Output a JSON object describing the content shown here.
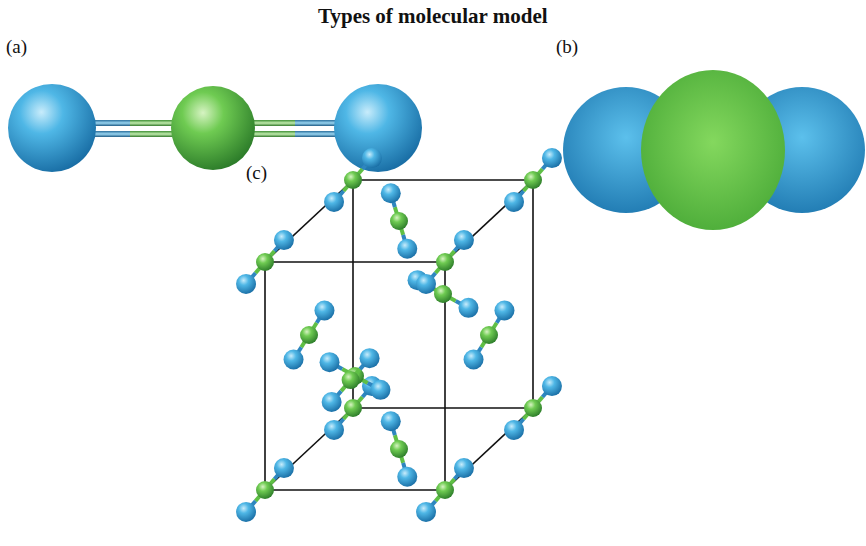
{
  "diagram": {
    "title": "Types of molecular model",
    "labels": [
      "(a)",
      "(b)",
      "(c)"
    ]
  }
}
